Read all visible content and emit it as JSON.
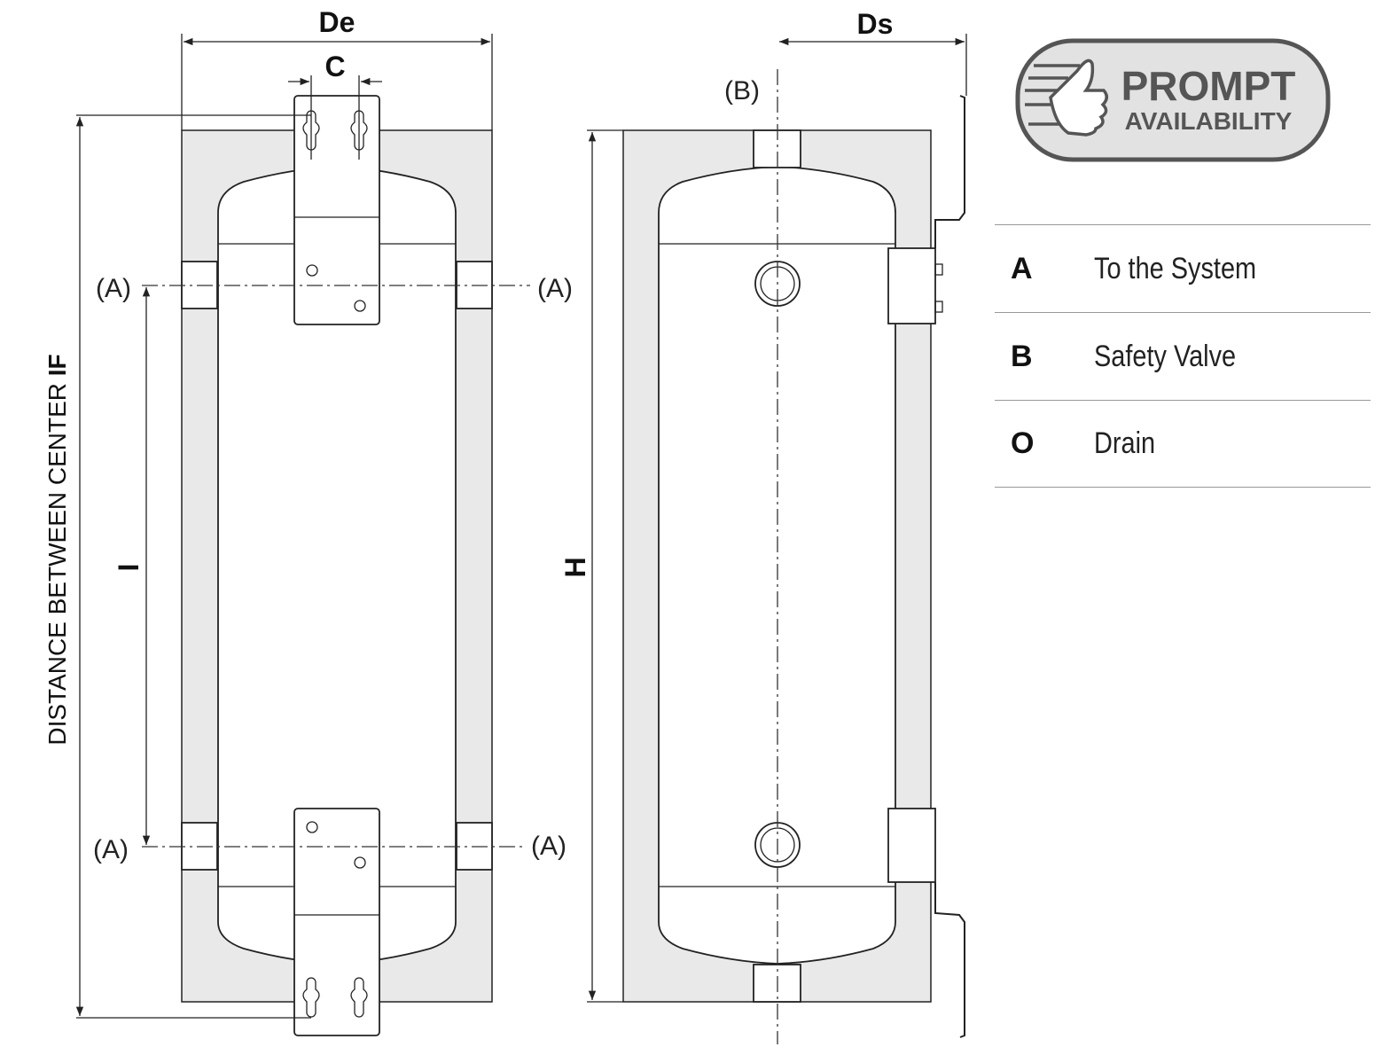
{
  "dimensions": {
    "De": "De",
    "C": "C",
    "Ds": "Ds",
    "H": "H",
    "I": "I",
    "IF_prefix": "DISTANCE BETWEEN CENTER ",
    "IF_suffix": "IF"
  },
  "connections": {
    "A": "(A)",
    "B": "(B)"
  },
  "badge": {
    "line1": "PROMPT",
    "line2": "AVAILABILITY",
    "icon": "thumbs-up-icon"
  },
  "legend": [
    {
      "key": "A",
      "label": "To the System"
    },
    {
      "key": "B",
      "label": "Safety Valve"
    },
    {
      "key": "O",
      "label": "Drain"
    }
  ]
}
